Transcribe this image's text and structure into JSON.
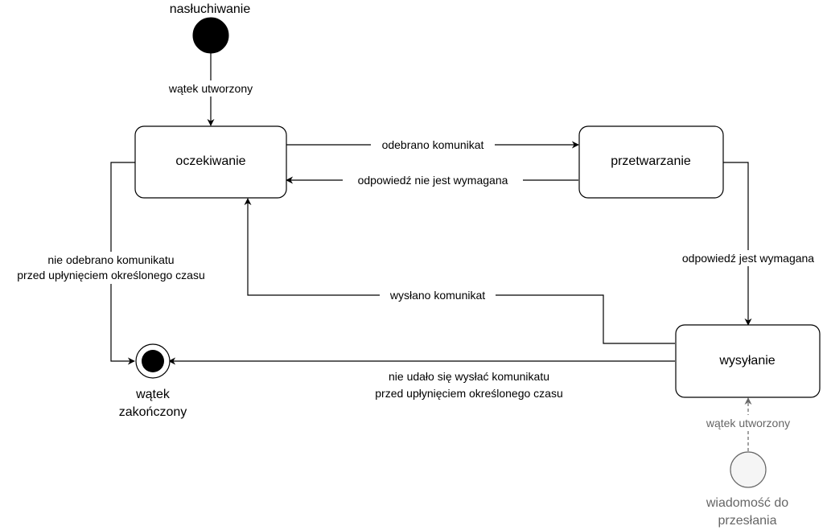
{
  "diagram": {
    "nodes": {
      "start_listening": {
        "label": "nasłuchiwanie",
        "type": "initial"
      },
      "waiting": {
        "label": "oczekiwanie",
        "type": "state"
      },
      "processing": {
        "label": "przetwarzanie",
        "type": "state"
      },
      "sending": {
        "label": "wysyłanie",
        "type": "state"
      },
      "thread_end": {
        "label_line1": "wątek",
        "label_line2": "zakończony",
        "type": "final"
      },
      "message_to_send": {
        "label_line1": "wiadomość do",
        "label_line2": "przesłania",
        "type": "initial-muted"
      }
    },
    "edges": {
      "thread_created_top": {
        "label": "wątek utworzony"
      },
      "message_received": {
        "label": "odebrano komunikat"
      },
      "reply_not_required": {
        "label": "odpowiedź nie jest wymagana"
      },
      "reply_required": {
        "label": "odpowiedź jest wymagana"
      },
      "message_sent": {
        "label": "wysłano komunikat"
      },
      "no_message_timeout": {
        "label_line1": "nie odebrano komunikatu",
        "label_line2": "przed upłynięciem określonego czasu"
      },
      "send_failed_timeout": {
        "label_line1": "nie udało się wysłać komunikatu",
        "label_line2": "przed upłynięciem określonego czasu"
      },
      "thread_created_bottom": {
        "label": "wątek utworzony"
      }
    },
    "colors": {
      "stroke": "#000000",
      "muted_stroke": "#666666",
      "muted_fill": "#f5f5f5",
      "muted_text": "#666666"
    }
  }
}
